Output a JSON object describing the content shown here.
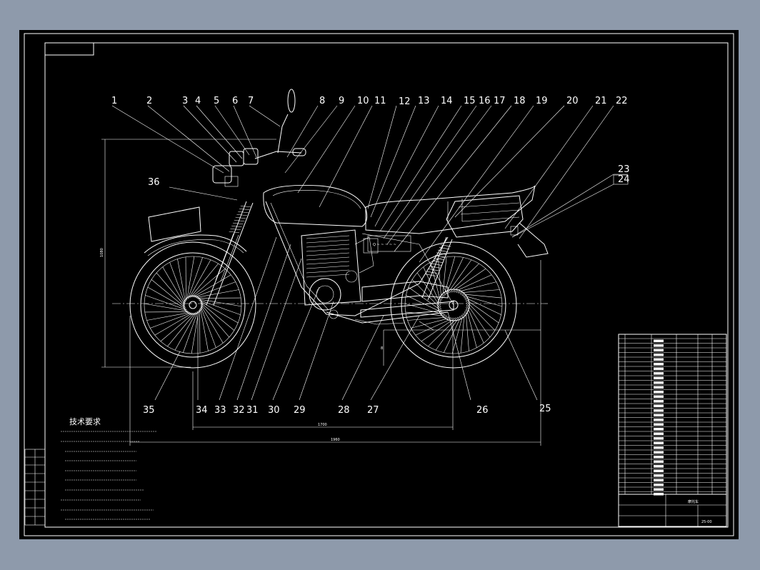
{
  "drawing": {
    "callouts": [
      "1",
      "2",
      "3",
      "4",
      "5",
      "6",
      "7",
      "8",
      "9",
      "10",
      "11",
      "12",
      "13",
      "14",
      "15",
      "16",
      "17",
      "18",
      "19",
      "20",
      "21",
      "22",
      "23",
      "24",
      "25",
      "26",
      "27",
      "28",
      "29",
      "30",
      "31",
      "32",
      "33",
      "34",
      "35",
      "36"
    ],
    "tech_title": "技术要求",
    "dim_wheelbase": "1700",
    "dim_overall_length": "1960",
    "dim_height": "1080",
    "bom_name": "摩托车",
    "bom_drawing_no": "25-00"
  }
}
